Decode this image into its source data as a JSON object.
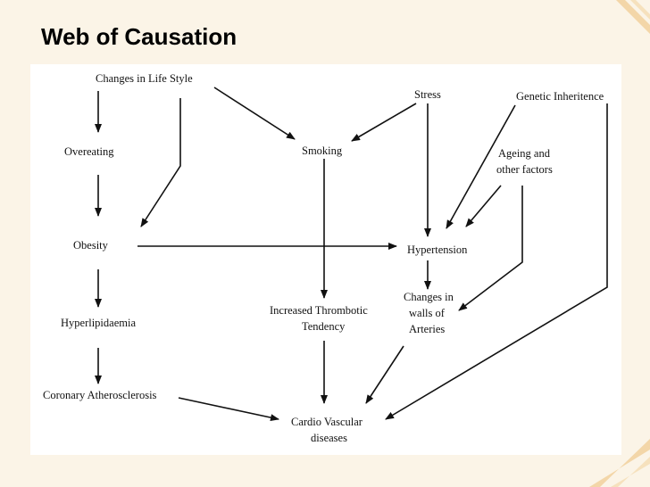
{
  "slide": {
    "title": "Web of Causation",
    "accent_colors": [
      "#f0a23b",
      "#c9c1a8"
    ]
  },
  "diagram": {
    "nodes": {
      "lifestyle": "Changes in Life Style",
      "stress": "Stress",
      "genetic": "Genetic Inheritence",
      "overeating": "Overeating",
      "smoking": "Smoking",
      "ageing_1": "Ageing and",
      "ageing_2": "other factors",
      "obesity": "Obesity",
      "hypertension": "Hypertension",
      "hyperlipidaemia": "Hyperlipidaemia",
      "thrombotic_1": "Increased Thrombotic",
      "thrombotic_2": "Tendency",
      "arteries_1": "Changes in",
      "arteries_2": "walls of",
      "arteries_3": "Arteries",
      "atherosclerosis": "Coronary Atherosclerosis",
      "cvd_1": "Cardio Vascular",
      "cvd_2": "diseases"
    }
  }
}
